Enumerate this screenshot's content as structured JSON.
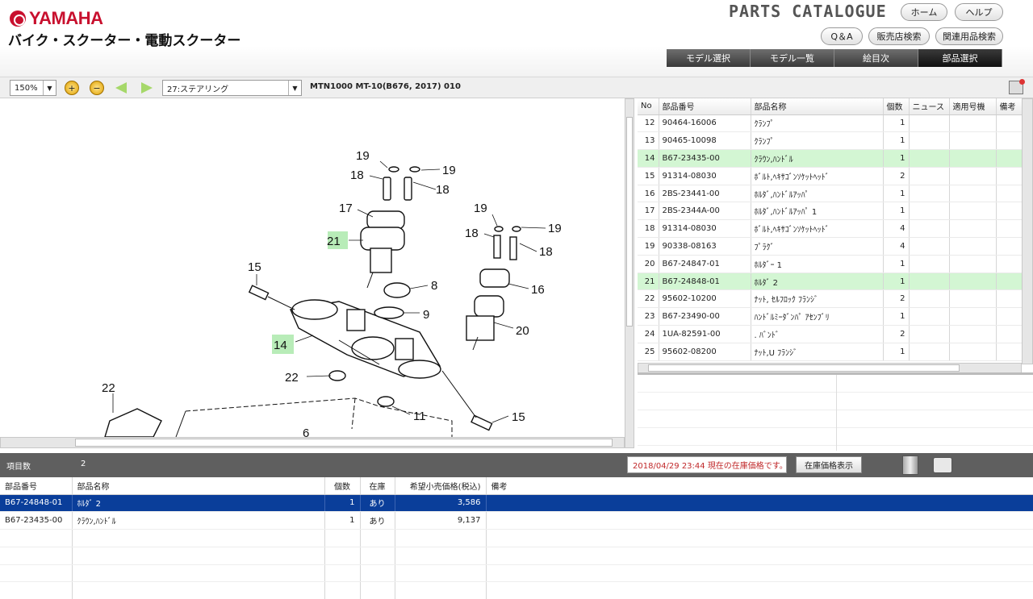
{
  "brand": {
    "logo_text": "YAMAHA",
    "subtitle": "バイク・スクーター・電動スクーター",
    "catalogue_title": "PARTS CATALOGUE",
    "logo_color": "#c8102e"
  },
  "top_buttons": {
    "home": "ホーム",
    "help": "ヘルプ",
    "qa": "Q＆A",
    "dealer": "販売店検索",
    "related": "関連用品検索"
  },
  "tabs": [
    "モデル選択",
    "モデル一覧",
    "絵目次",
    "部品選択"
  ],
  "active_tab": "部品選択",
  "toolbar": {
    "zoom": "150%",
    "section": "27:ステアリング",
    "model": "MTN1000 MT-10(B676, 2017) 010"
  },
  "diagram": {
    "callouts": [
      "19",
      "18",
      "19",
      "18",
      "17",
      "21",
      "19",
      "19",
      "18",
      "18",
      "15",
      "8",
      "16",
      "9",
      "20",
      "14",
      "22",
      "11",
      "22",
      "15",
      "6"
    ],
    "highlighted": [
      "21",
      "14"
    ]
  },
  "parts_table": {
    "headers": [
      "No",
      "部品番号",
      "部品名称",
      "個数",
      "ニュース",
      "適用号機",
      "備考"
    ],
    "rows": [
      {
        "no": "12",
        "part": "90464-16006",
        "name": "ｸﾗﾝﾌﾟ",
        "qty": "1",
        "hl": false
      },
      {
        "no": "13",
        "part": "90465-10098",
        "name": "ｸﾗﾝﾌﾟ",
        "qty": "1",
        "hl": false
      },
      {
        "no": "14",
        "part": "B67-23435-00",
        "name": "ｸﾗｳﾝ,ﾊﾝﾄﾞﾙ",
        "qty": "1",
        "hl": true
      },
      {
        "no": "15",
        "part": "91314-08030",
        "name": "ﾎﾞﾙﾄ,ﾍｷｻｺﾞﾝｿｹｯﾄﾍｯﾄﾞ",
        "qty": "2",
        "hl": false
      },
      {
        "no": "16",
        "part": "2BS-23441-00",
        "name": "ﾎﾙﾀﾞ,ﾊﾝﾄﾞﾙｱｯﾊﾟ",
        "qty": "1",
        "hl": false
      },
      {
        "no": "17",
        "part": "2BS-2344A-00",
        "name": "ﾎﾙﾀﾞ,ﾊﾝﾄﾞﾙｱｯﾊﾟ 1",
        "qty": "1",
        "hl": false
      },
      {
        "no": "18",
        "part": "91314-08030",
        "name": "ﾎﾞﾙﾄ,ﾍｷｻｺﾞﾝｿｹｯﾄﾍｯﾄﾞ",
        "qty": "4",
        "hl": false
      },
      {
        "no": "19",
        "part": "90338-08163",
        "name": "ﾌﾟﾗｸﾞ",
        "qty": "4",
        "hl": false
      },
      {
        "no": "20",
        "part": "B67-24847-01",
        "name": "ﾎﾙﾀﾞｰ 1",
        "qty": "1",
        "hl": false
      },
      {
        "no": "21",
        "part": "B67-24848-01",
        "name": "ﾎﾙﾀﾞ 2",
        "qty": "1",
        "hl": true
      },
      {
        "no": "22",
        "part": "95602-10200",
        "name": "ﾅｯﾄ, ｾﾙﾌﾛｯｸ ﾌﾗﾝｼﾞ",
        "qty": "2",
        "hl": false
      },
      {
        "no": "23",
        "part": "B67-23490-00",
        "name": "ﾊﾝﾄﾞﾙﾐｰﾀﾞﾝﾊﾟ ｱｾﾝﾌﾞﾘ",
        "qty": "1",
        "hl": false
      },
      {
        "no": "24",
        "part": "1UA-82591-00",
        "name": ". ﾊﾞﾝﾄﾞ",
        "qty": "2",
        "hl": false
      },
      {
        "no": "25",
        "part": "95602-08200",
        "name": "ﾅｯﾄ,U ﾌﾗﾝｼﾞ",
        "qty": "1",
        "hl": false
      }
    ]
  },
  "cart": {
    "count_label": "項目数",
    "count": "2",
    "price_notice": "2018/04/29 23:44 現在の在庫価格です。",
    "stock_price_button": "在庫価格表示",
    "headers": [
      "部品番号",
      "部品名称",
      "個数",
      "在庫",
      "希望小売価格(税込)",
      "備考"
    ],
    "rows": [
      {
        "part": "B67-24848-01",
        "name": "ﾎﾙﾀﾞ 2",
        "qty": "1",
        "stock": "あり",
        "price": "3,586",
        "selected": true
      },
      {
        "part": "B67-23435-00",
        "name": "ｸﾗｳﾝ,ﾊﾝﾄﾞﾙ",
        "qty": "1",
        "stock": "あり",
        "price": "9,137",
        "selected": false
      }
    ]
  }
}
